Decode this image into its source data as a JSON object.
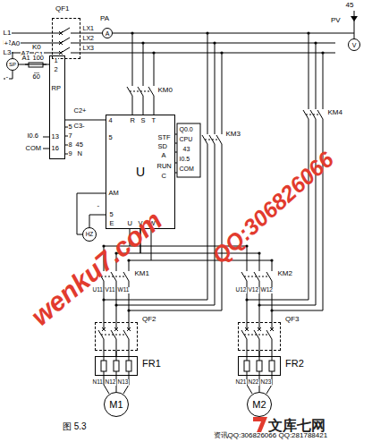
{
  "diagram": {
    "caption": "图 5.3",
    "nodes": [
      {
        "text": [
          "QF1"
        ]
      },
      {
        "text": [
          "PA",
          "A"
        ]
      },
      {
        "text": [
          "PV",
          "V"
        ]
      },
      {
        "text": [
          "SP"
        ]
      },
      {
        "text": [
          "K0"
        ]
      },
      {
        "text": [
          "U"
        ]
      },
      {
        "text": [
          "HZ"
        ]
      },
      {
        "text": [
          "QF2"
        ]
      },
      {
        "text": [
          "QF3"
        ]
      },
      {
        "text": [
          "FR1"
        ]
      },
      {
        "text": [
          "FR2"
        ]
      },
      {
        "text": [
          "M1"
        ]
      },
      {
        "text": [
          "M2"
        ]
      }
    ],
    "edges": [
      {
        "from": 0,
        "to": 1,
        "arrow": "none"
      },
      {
        "from": 1,
        "to": 2,
        "arrow": "none"
      },
      {
        "from": 3,
        "to": 4,
        "arrow": "none"
      },
      {
        "from": 4,
        "to": 5,
        "arrow": "none"
      },
      {
        "from": 5,
        "to": 6,
        "arrow": "none"
      },
      {
        "from": 5,
        "to": 7,
        "arrow": "none"
      },
      {
        "from": 5,
        "to": 8,
        "arrow": "none"
      },
      {
        "from": 7,
        "to": 9,
        "arrow": "none"
      },
      {
        "from": 8,
        "to": 10,
        "arrow": "none"
      },
      {
        "from": 9,
        "to": 11,
        "arrow": "none"
      },
      {
        "from": 10,
        "to": 12,
        "arrow": "none"
      }
    ],
    "labels": [
      "L1",
      "L2",
      "L3",
      "LX1",
      "LX2",
      "LX3",
      "45",
      "+",
      "A0",
      "A7",
      "C1",
      "A1",
      "100",
      "-",
      "60",
      "1",
      "2",
      "RP",
      "C2+",
      "C3-",
      "5",
      "7",
      "8",
      "45",
      "9",
      "N",
      "I0.6",
      "13",
      "COM",
      "16",
      "4",
      "R",
      "S",
      "T",
      "5",
      "STF",
      "SD",
      "A",
      "RUN",
      "C",
      "Q0.0",
      "CPU",
      "43",
      "I0.5",
      "COM",
      "AM",
      "-",
      "5",
      "E",
      "U",
      "V",
      "W",
      "KM0",
      "KM3",
      "KM4",
      "KM1",
      "KM2",
      "U11",
      "V11",
      "W11",
      "U12",
      "V12",
      "W12",
      "N11",
      "N12",
      "N13",
      "N21",
      "N22",
      "N23",
      "wenku7.com",
      "QQ:306826066",
      "文库七网",
      "资讯QQ:306826066 QQ:281788421"
    ]
  }
}
